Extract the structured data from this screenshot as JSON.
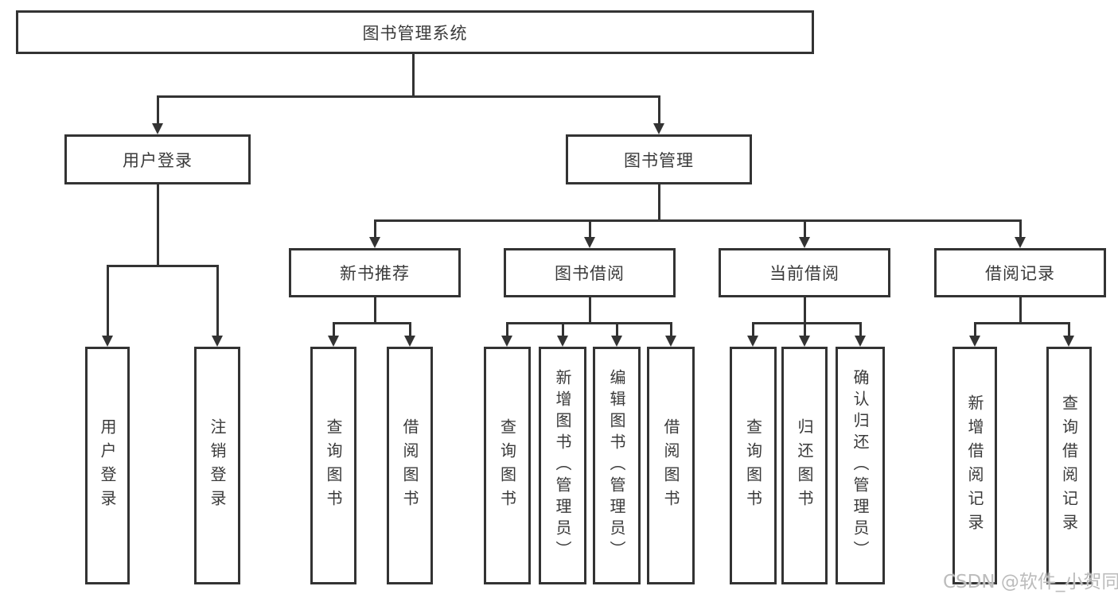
{
  "colors": {
    "line": "#333333",
    "box_border": "#333333",
    "box_fill": "#ffffff",
    "text": "#3a3a3a",
    "watermark": "#bcbcbc",
    "background": "#ffffff"
  },
  "diagram": {
    "root": "图书管理系统",
    "level2": [
      "用户登录",
      "图书管理"
    ],
    "level3": [
      "新书推荐",
      "图书借阅",
      "当前借阅",
      "借阅记录"
    ],
    "leaves": {
      "user_login": [
        "用户登录",
        "注销登录"
      ],
      "new_book_recommend": [
        "查询图书",
        "借阅图书"
      ],
      "book_borrowing": [
        "查询图书",
        "新增图书（管理员）",
        "编辑图书（管理员）",
        "借阅图书"
      ],
      "current_borrowing": [
        "查询图书",
        "归还图书",
        "确认归还（管理员）"
      ],
      "borrowing_records": [
        "新增借阅记录",
        "查询借阅记录"
      ]
    }
  },
  "watermark": "CSDN @软件_小贺同学"
}
